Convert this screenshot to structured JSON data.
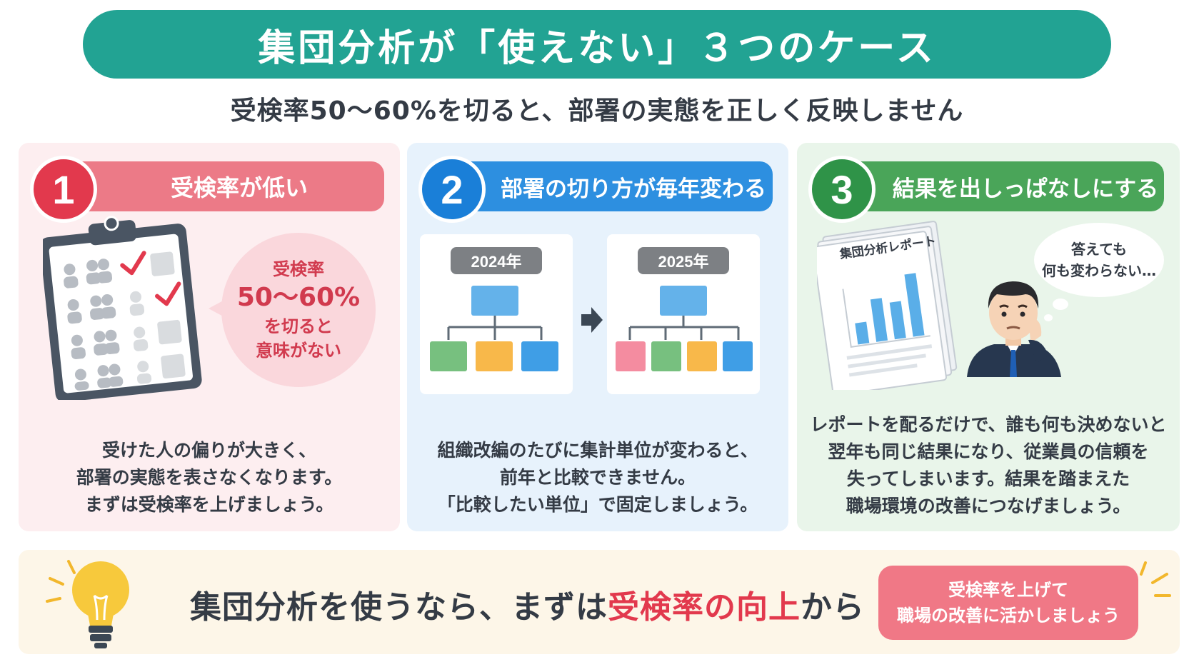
{
  "title": "集団分析が「使えない」３つのケース",
  "subtitle": "受検率50〜60%を切ると、部署の実態を正しく反映しません",
  "cases": [
    {
      "number": "1",
      "heading": "受検率が低い",
      "bubble": [
        "受検率",
        "50〜60%",
        "を切ると",
        "意味がない"
      ],
      "description": [
        "受けた人の偏りが大きく、",
        "部署の実態を表さなくなります。",
        "まずは受検率を上げましょう。"
      ]
    },
    {
      "number": "2",
      "heading": "部署の切り方が毎年変わる",
      "years": [
        "2024年",
        "2025年"
      ],
      "description": [
        "組織改編のたびに集計単位が変わると、",
        "前年と比較できません。",
        "「比較したい単位」で固定しましょう。"
      ]
    },
    {
      "number": "3",
      "heading": "結果を出しっぱなしにする",
      "report_title": "集団分析レポート",
      "thought": [
        "答えても",
        "何も変わらない…"
      ],
      "description": [
        "レポートを配るだけで、誰も何も決めないと",
        "翌年も同じ結果になり、従業員の信頼を",
        "失ってしまいます。結果を踏まえた",
        "職場環境の改善につなげましょう。"
      ]
    }
  ],
  "banner": {
    "text_before": "集団分析を使うなら、まずは",
    "text_highlight": "受検率の向上",
    "text_after": "から",
    "cta": [
      "受検率を上げて",
      "職場の改善に活かしましょう"
    ]
  },
  "colors": {
    "title_bg": "#22a393",
    "case1": "#e2394d",
    "case2": "#1a7fd8",
    "case3": "#2f9348",
    "highlight": "#e2394d"
  },
  "icons": [
    "clipboard-icon",
    "check-icon",
    "person-icon",
    "org-chart-icon",
    "arrow-right-icon",
    "report-icon",
    "worried-person-icon",
    "lightbulb-icon"
  ]
}
